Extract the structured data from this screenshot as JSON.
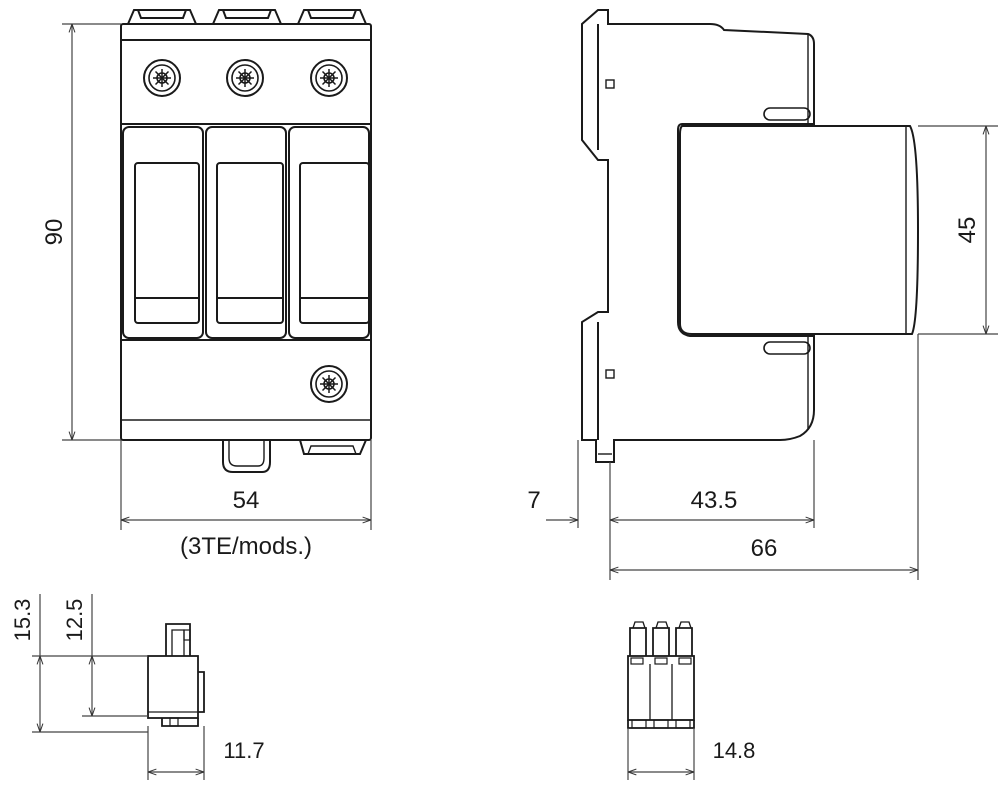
{
  "dimensions": {
    "height_front": "90",
    "width_front": "54",
    "width_front_note": "(3TE/mods.)",
    "rail_offset": "7",
    "depth_to_front": "43.5",
    "depth_total": "66",
    "front_height": "45",
    "connector_height_total": "15.3",
    "connector_height_inner": "12.5",
    "connector_depth": "11.7",
    "connector_width": "14.8"
  },
  "colors": {
    "line": "#1a1a1a",
    "dimension_line": "#444444",
    "background": "#ffffff"
  }
}
